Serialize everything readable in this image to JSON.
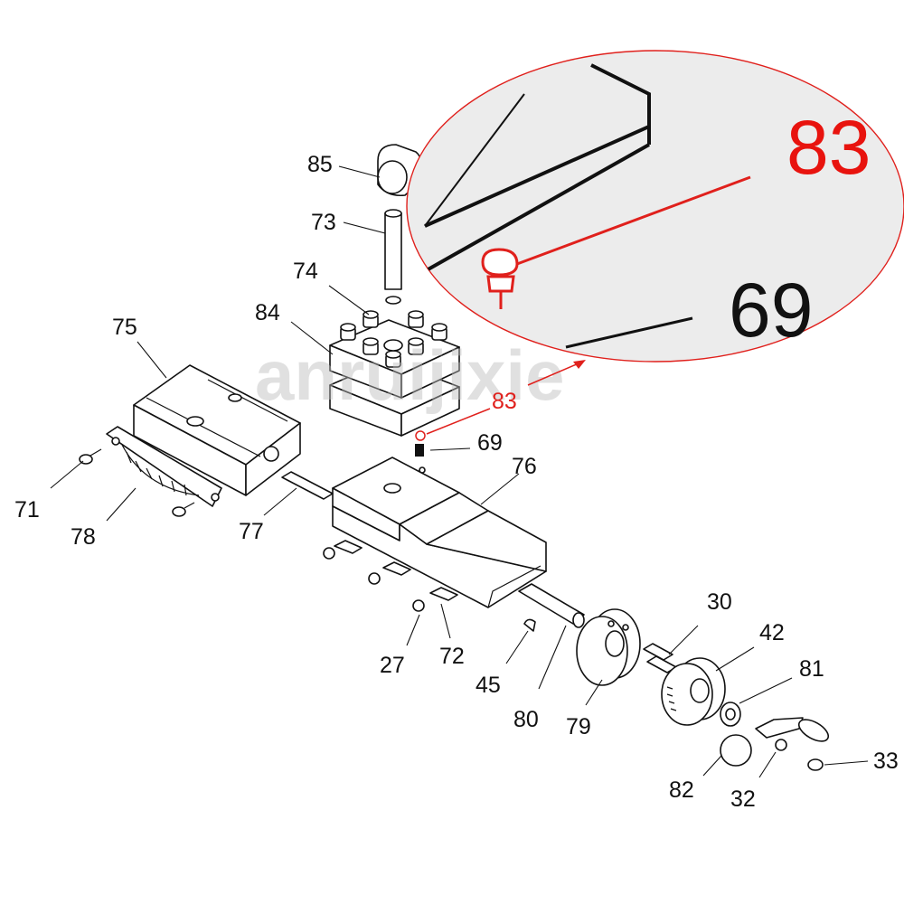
{
  "watermark": "anruijixie",
  "callouts": {
    "c85": "85",
    "c73": "73",
    "c74": "74",
    "c84": "84",
    "c75": "75",
    "c83": "83",
    "c69": "69",
    "c76": "76",
    "c71": "71",
    "c78": "78",
    "c77": "77",
    "c27": "27",
    "c72": "72",
    "c45": "45",
    "c80": "80",
    "c79": "79",
    "c30": "30",
    "c42": "42",
    "c81": "81",
    "c82": "82",
    "c32": "32",
    "c33": "33"
  },
  "zoom": {
    "label_83": "83",
    "label_69": "69"
  },
  "colors": {
    "highlight": "#e0201c",
    "zoom_fill": "#ececec",
    "ink": "#111111"
  }
}
